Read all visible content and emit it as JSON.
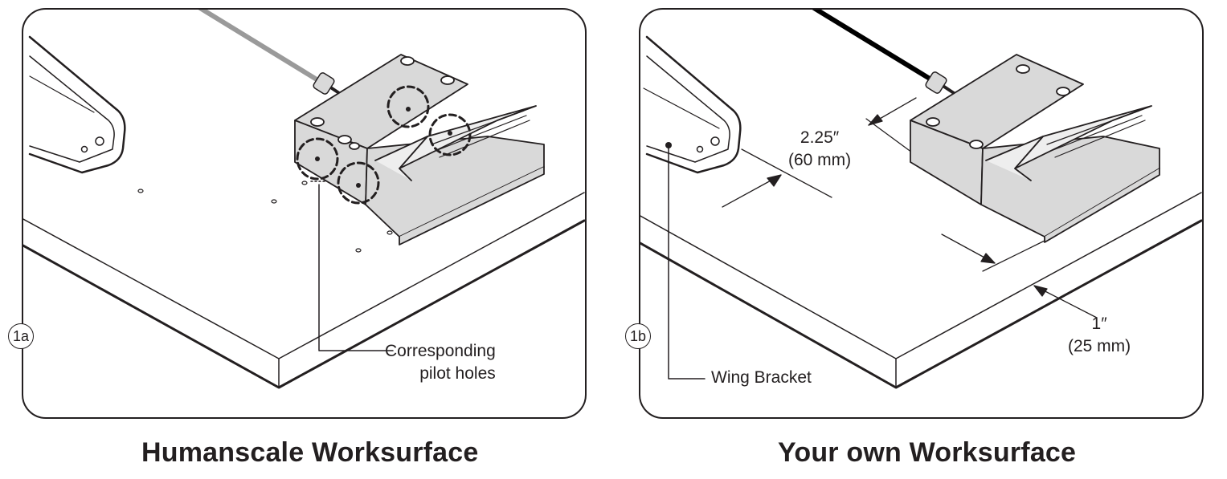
{
  "panels": [
    {
      "step_label": "1a",
      "callout": {
        "line1": "Corresponding",
        "line2": "pilot holes"
      },
      "caption": "Humanscale Worksurface"
    },
    {
      "step_label": "1b",
      "callout": {
        "text": "Wing Bracket"
      },
      "dimensions": [
        {
          "imperial": "2.25″",
          "metric": "(60 mm)"
        },
        {
          "imperial": "1″",
          "metric": "(25 mm)"
        }
      ],
      "caption": "Your own Worksurface"
    }
  ],
  "colors": {
    "line": "#231f20",
    "bracket_fill": "#d9d9d9",
    "cable_light": "#9a9a9a",
    "cable_dark": "#000000"
  }
}
